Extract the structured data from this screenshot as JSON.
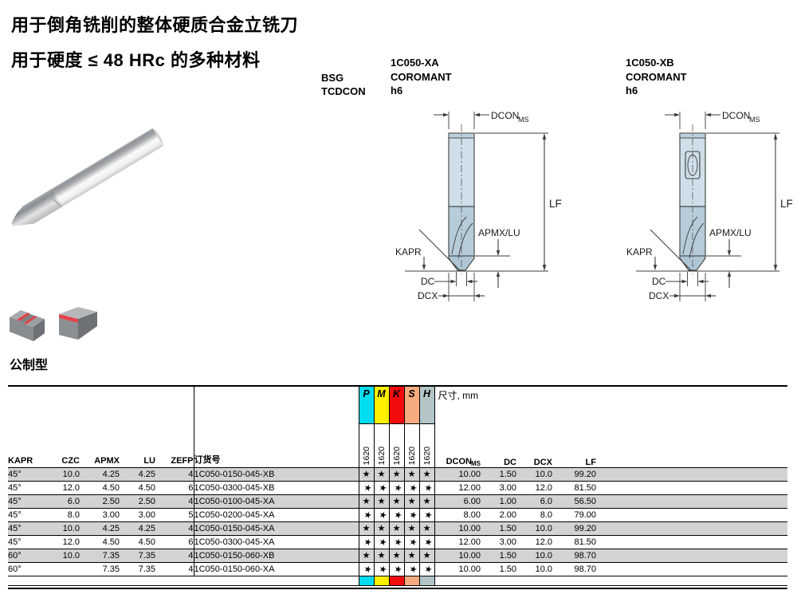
{
  "page": {
    "title_line1": "用于倒角铣削的整体硬质合金立铣刀",
    "title_line2": "用于硬度 ≤ 48 HRc 的多种材料"
  },
  "codes": {
    "line1": "BSG",
    "line2": "TCDCON"
  },
  "variants": [
    {
      "name": "1C050-XA",
      "brand": "COROMANT",
      "tolerance": "h6"
    },
    {
      "name": "1C050-XB",
      "brand": "COROMANT",
      "tolerance": "h6"
    }
  ],
  "diagram_labels": {
    "dcon": "DCON",
    "dcon_sub": "MS",
    "lf": "LF",
    "apmx_lu": "APMX/LU",
    "kapr": "KAPR",
    "dc": "DC",
    "dcx": "DCX"
  },
  "icons": {
    "application_icons": [
      "chamfer-groove-icon",
      "chamfer-edge-icon"
    ],
    "star": "★"
  },
  "section_title": "公制型",
  "table": {
    "left_headers": [
      "KAPR",
      "CZC",
      "APMX",
      "LU",
      "ZEFP",
      "订货号"
    ],
    "material_columns": [
      {
        "letter": "P",
        "color": "#00DCF0",
        "grade": "1620"
      },
      {
        "letter": "M",
        "color": "#FFF000",
        "grade": "1620"
      },
      {
        "letter": "K",
        "color": "#F20C0C",
        "grade": "1620"
      },
      {
        "letter": "S",
        "color": "#F5AB7D",
        "grade": "1620"
      },
      {
        "letter": "H",
        "color": "#B3C5C7",
        "grade": "1620"
      }
    ],
    "dim_title": "尺寸, mm",
    "dim_headers": [
      {
        "label": "DCON",
        "sub": "MS"
      },
      {
        "label": "DC",
        "sub": ""
      },
      {
        "label": "DCX",
        "sub": ""
      },
      {
        "label": "LF",
        "sub": ""
      }
    ],
    "star_symbol": "★",
    "row_shade_color": "#D3D3D3",
    "rows": [
      {
        "kapr": "45°",
        "czc": "10.0",
        "apmx": "4.25",
        "lu": "4.25",
        "zefp": "4",
        "order": "1C050-0150-045-XB",
        "stars": [
          true,
          true,
          true,
          true,
          true
        ],
        "dconms": "10.00",
        "dc": "1.50",
        "dcx": "10.0",
        "lf": "99.20",
        "shaded": true
      },
      {
        "kapr": "45°",
        "czc": "12.0",
        "apmx": "4.50",
        "lu": "4.50",
        "zefp": "6",
        "order": "1C050-0300-045-XB",
        "stars": [
          true,
          true,
          true,
          true,
          true
        ],
        "dconms": "12.00",
        "dc": "3.00",
        "dcx": "12.0",
        "lf": "81.50",
        "shaded": false
      },
      {
        "kapr": "45°",
        "czc": "6.0",
        "apmx": "2.50",
        "lu": "2.50",
        "zefp": "4",
        "order": "1C050-0100-045-XA",
        "stars": [
          true,
          true,
          true,
          true,
          true
        ],
        "dconms": "6.00",
        "dc": "1.00",
        "dcx": "6.0",
        "lf": "56.50",
        "shaded": true
      },
      {
        "kapr": "45°",
        "czc": "8.0",
        "apmx": "3.00",
        "lu": "3.00",
        "zefp": "5",
        "order": "1C050-0200-045-XA",
        "stars": [
          true,
          true,
          true,
          true,
          true
        ],
        "dconms": "8.00",
        "dc": "2.00",
        "dcx": "8.0",
        "lf": "79.00",
        "shaded": false
      },
      {
        "kapr": "45°",
        "czc": "10.0",
        "apmx": "4.25",
        "lu": "4.25",
        "zefp": "4",
        "order": "1C050-0150-045-XA",
        "stars": [
          true,
          true,
          true,
          true,
          true
        ],
        "dconms": "10.00",
        "dc": "1.50",
        "dcx": "10.0",
        "lf": "99.20",
        "shaded": true
      },
      {
        "kapr": "45°",
        "czc": "12.0",
        "apmx": "4.50",
        "lu": "4.50",
        "zefp": "6",
        "order": "1C050-0300-045-XA",
        "stars": [
          true,
          true,
          true,
          true,
          true
        ],
        "dconms": "12.00",
        "dc": "3.00",
        "dcx": "12.0",
        "lf": "81.50",
        "shaded": false
      },
      {
        "kapr": "60°",
        "czc": "10.0",
        "apmx": "7.35",
        "lu": "7.35",
        "zefp": "4",
        "order": "1C050-0150-060-XB",
        "stars": [
          true,
          true,
          true,
          true,
          true
        ],
        "dconms": "10.00",
        "dc": "1.50",
        "dcx": "10.0",
        "lf": "98.70",
        "shaded": true
      },
      {
        "kapr": "60°",
        "czc": "",
        "apmx": "7.35",
        "lu": "7.35",
        "zefp": "4",
        "order": "1C050-0150-060-XA",
        "stars": [
          true,
          true,
          true,
          true,
          true
        ],
        "dconms": "10.00",
        "dc": "1.50",
        "dcx": "10.0",
        "lf": "98.70",
        "shaded": false
      }
    ]
  }
}
